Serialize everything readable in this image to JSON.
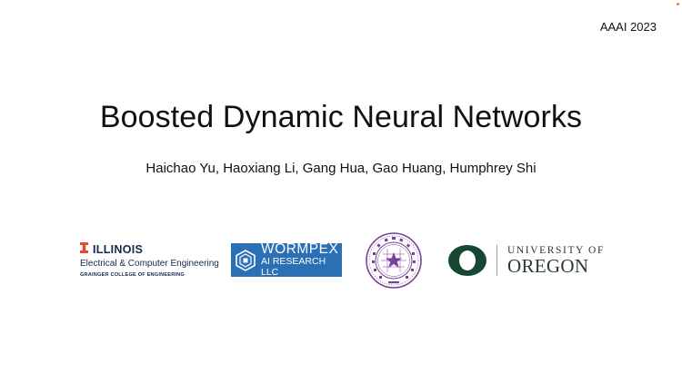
{
  "slide": {
    "venue": "AAAI 2023",
    "title": "Boosted Dynamic Neural Networks",
    "authors": "Haichao Yu, Haoxiang Li, Gang Hua, Gao Huang, Humphrey Shi"
  },
  "logos": {
    "illinois": {
      "name": "ILLINOIS",
      "department": "Electrical & Computer Engineering",
      "college": "GRAINGER COLLEGE OF ENGINEERING",
      "icon": "block-i-icon",
      "color": "#13294b",
      "accent": "#e84a27"
    },
    "wormpex": {
      "name": "WORMPEX",
      "subtitle": "AI RESEARCH LLC",
      "icon": "hexagon-cube-icon",
      "color": "#2b6fb5"
    },
    "tsinghua": {
      "icon": "tsinghua-seal-icon",
      "color": "#7a3f98"
    },
    "oregon": {
      "line1": "UNIVERSITY OF",
      "line2": "OREGON",
      "icon": "o-mark-icon",
      "color": "#154733",
      "accent": "#fee123"
    }
  }
}
